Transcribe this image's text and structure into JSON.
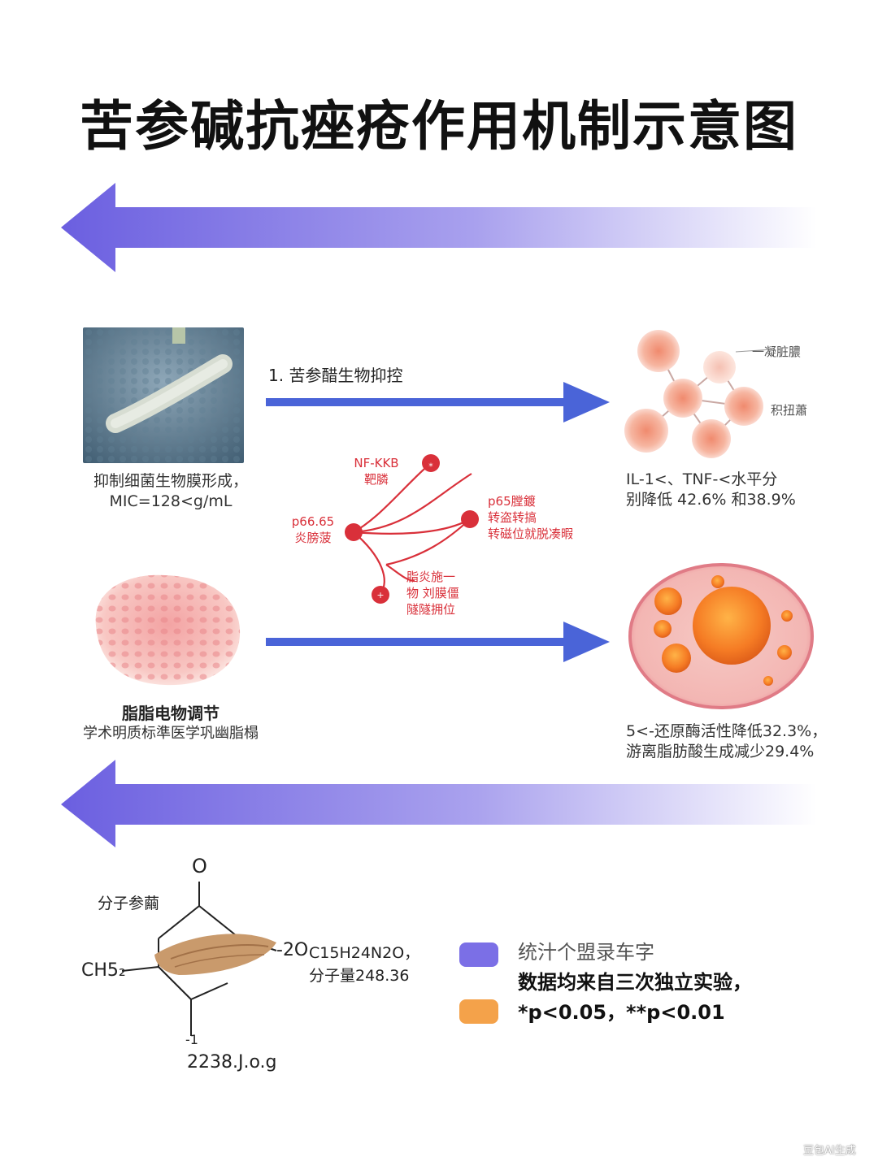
{
  "title": "苦参碱抗痤疮作用机制示意图",
  "colors": {
    "arrow_purple": "#6b5fe0",
    "arrow_blue": "#4a64d8",
    "network_red": "#d9303a",
    "legend_purple": "#7b6fe6",
    "legend_orange": "#f4a24a"
  },
  "left_top": {
    "caption_line1": "抑制细菌生物膜形成，",
    "caption_line2": "MIC=128<g/mL"
  },
  "arrow_top": {
    "label": "1. 苦参醋生物抑控"
  },
  "right_top": {
    "label_a": "一凝脏膿",
    "label_b": "积扭蕭",
    "caption_line1": "IL-1<、TNF-<水平分",
    "caption_line2": "别降低 42.6% 和38.9%"
  },
  "network": {
    "node_nf": "NF-KKB",
    "node_nf_sub": "靶膦",
    "node_p66": "p66.65",
    "node_p66_sub": "炎膀菠",
    "node_p65": "p65膛鍍",
    "node_p65_sub1": "转盗转搞",
    "node_p65_sub2": "转磁位就脱凑暇",
    "node_bottom1": "脂炎施一",
    "node_bottom2": "物 刘膜僵",
    "node_bottom3": "隧隧拥位"
  },
  "left_mid": {
    "caption_bold": "脂脂电物调节",
    "caption_line2": "学术明质标準医学巩幽脂榻"
  },
  "right_mid": {
    "caption_line1": "5<-还原酶活性降低32.3%，",
    "caption_line2": "游离脂肪酸生成减少29.4%"
  },
  "molecule": {
    "label": "分子参繭",
    "o_top": "O",
    "o_right": "-2O",
    "ch": "CH5₂",
    "formula": "C15H24N2O，",
    "weight": "分子量248.36",
    "mark": "-1",
    "bottom": "2238.J.o.g"
  },
  "legend": {
    "item1": "统汁个盟录车字",
    "item2": "数据均来自三次独立实验，",
    "item3": "*p<0.05，**p<0.01"
  },
  "watermark": "豆包AI生成"
}
